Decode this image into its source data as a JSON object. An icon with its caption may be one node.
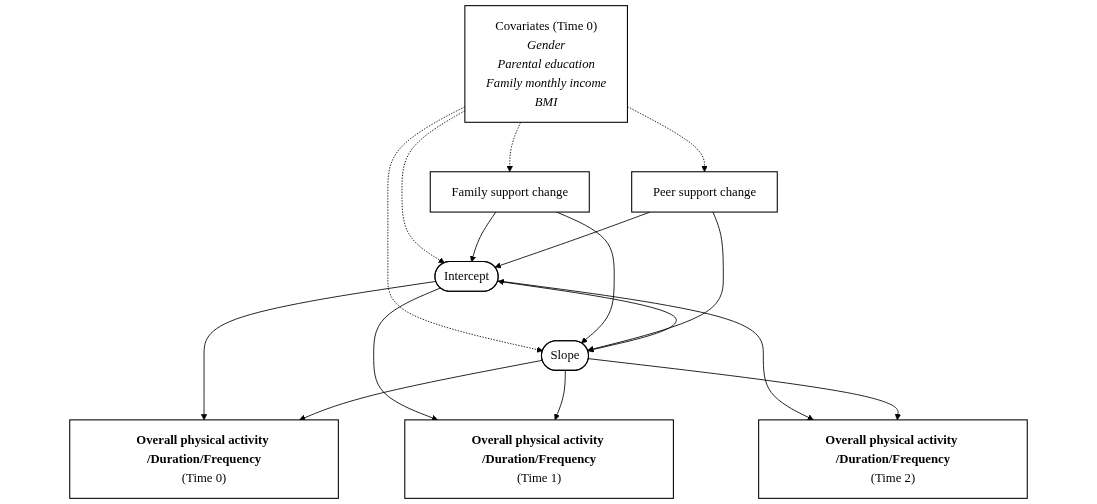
{
  "diagram": {
    "nodes": [
      {
        "text": [
          "Covariates (Time 0)",
          "Gender",
          "Parental education",
          "Family monthly income",
          "BMI"
        ]
      },
      {
        "text": [
          "Family support change"
        ]
      },
      {
        "text": [
          "Peer support change"
        ]
      },
      {
        "text": [
          "Intercept"
        ]
      },
      {
        "text": [
          "Slope"
        ]
      },
      {
        "text": [
          "Overall physical activity /Duration/Frequency",
          "(Time 0)"
        ]
      },
      {
        "text": [
          "Overall physical activity /Duration/Frequency",
          "(Time 1)"
        ]
      },
      {
        "text": [
          "Overall physical activity /Duration/Frequency",
          "(Time 2)"
        ]
      }
    ],
    "edges": [
      {
        "from": 0,
        "to": 1,
        "arrow": "to",
        "style": "dashed"
      },
      {
        "from": 0,
        "to": 2,
        "arrow": "to",
        "style": "dashed"
      },
      {
        "from": 0,
        "to": 3,
        "arrow": "to",
        "style": "dashed"
      },
      {
        "from": 0,
        "to": 4,
        "arrow": "to",
        "style": "dashed"
      },
      {
        "from": 1,
        "to": 3,
        "arrow": "to"
      },
      {
        "from": 1,
        "to": 4,
        "arrow": "to"
      },
      {
        "from": 2,
        "to": 3,
        "arrow": "to"
      },
      {
        "from": 2,
        "to": 4,
        "arrow": "to"
      },
      {
        "from": 3,
        "to": 4,
        "arrow": "both"
      },
      {
        "from": 3,
        "to": 5,
        "arrow": "to"
      },
      {
        "from": 3,
        "to": 6,
        "arrow": "to"
      },
      {
        "from": 3,
        "to": 7,
        "arrow": "to"
      },
      {
        "from": 4,
        "to": 5,
        "arrow": "to"
      },
      {
        "from": 4,
        "to": 6,
        "arrow": "to"
      },
      {
        "from": 4,
        "to": 7,
        "arrow": "to"
      }
    ]
  }
}
